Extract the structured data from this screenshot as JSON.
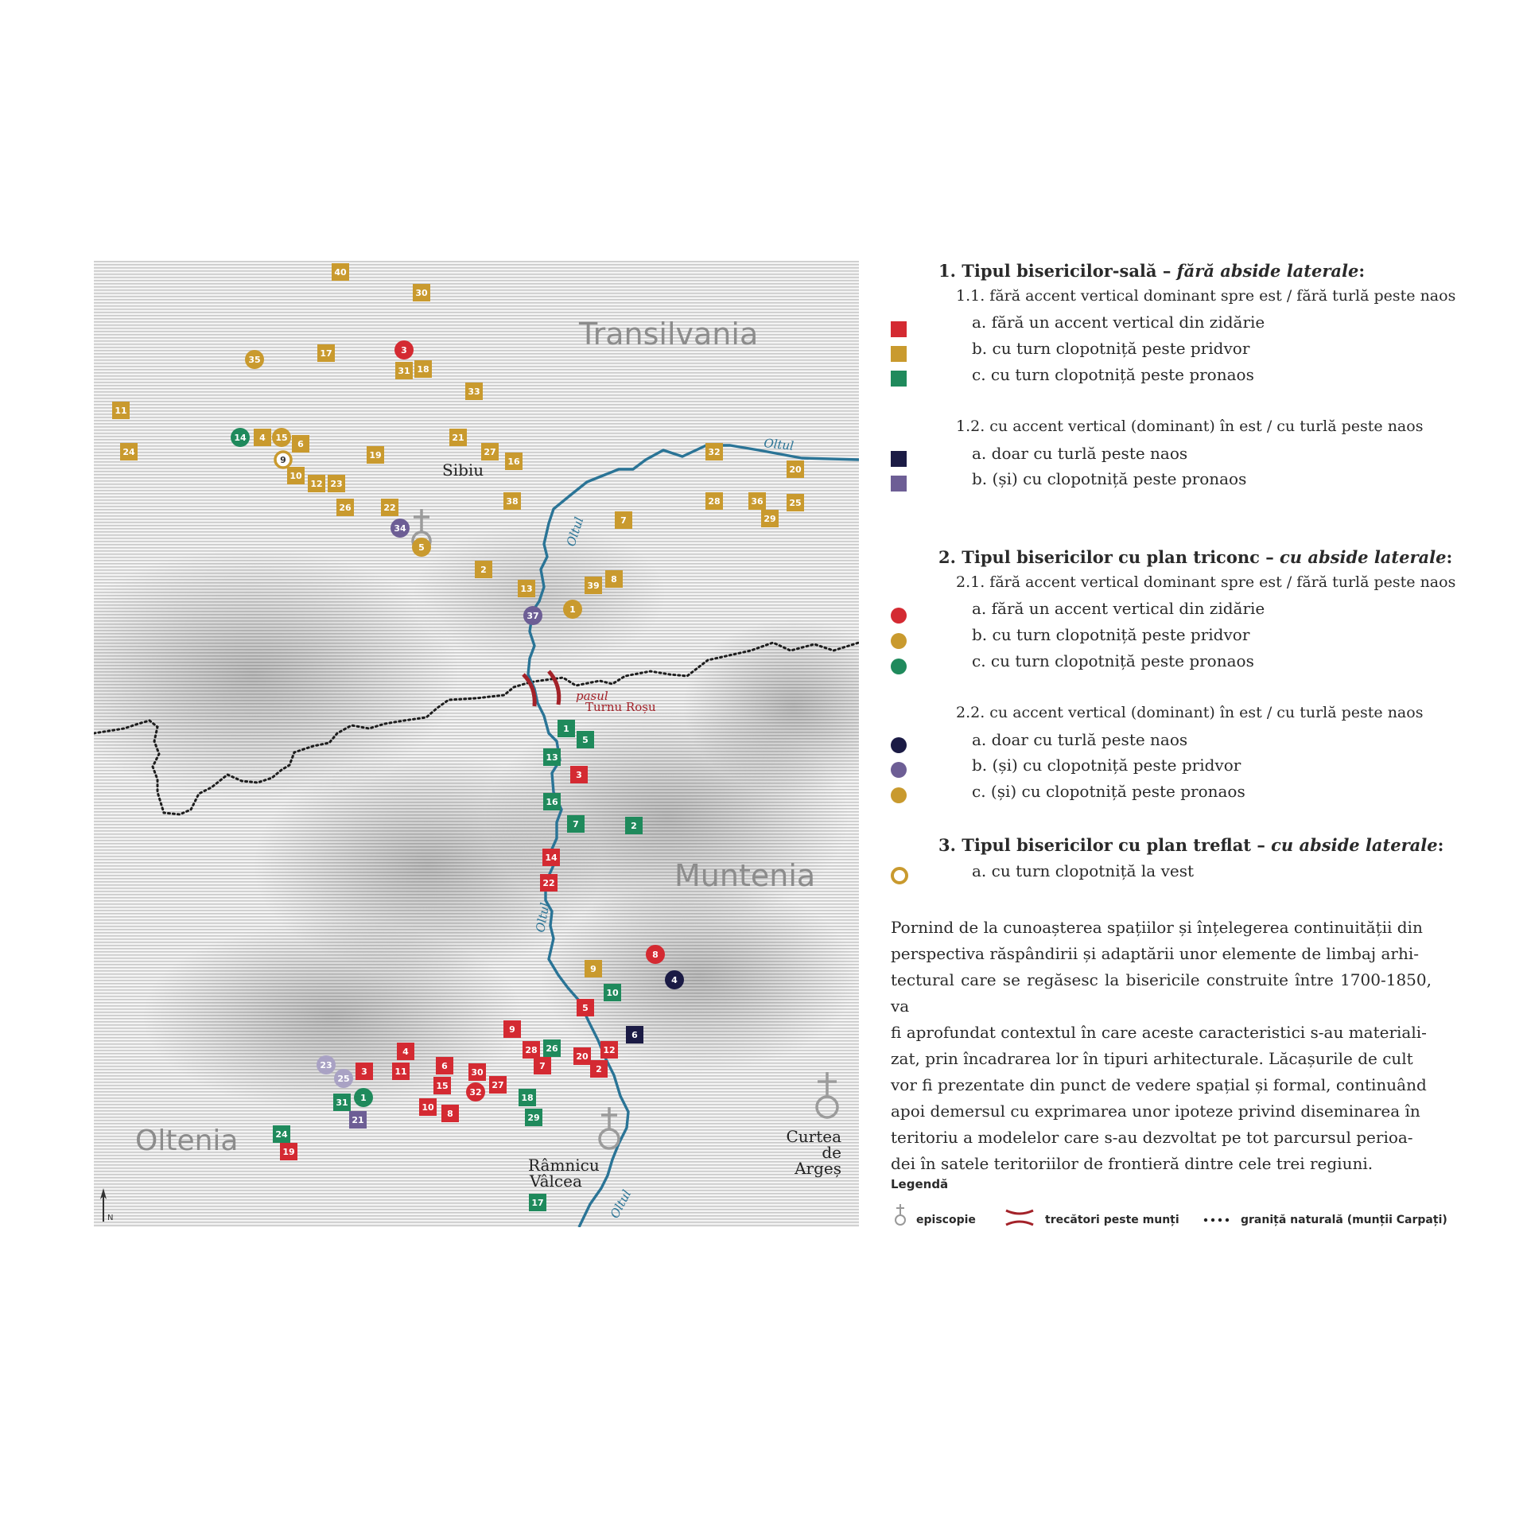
{
  "colors": {
    "red": "#d42a32",
    "ochre": "#c99a2e",
    "green": "#1f8a5c",
    "navy": "#1b1b45",
    "purple": "#6d5e95",
    "lavender": "#a9a2c4",
    "river": "#2a7496",
    "pass": "#a32229"
  },
  "map": {
    "regions": [
      "Transilvania",
      "Muntenia",
      "Oltenia"
    ],
    "cities": {
      "sibiu": "Sibiu",
      "ramnicu1": "Râmnicu",
      "ramnicu2": "Vâlcea",
      "curtea1": "Curtea",
      "curtea2": "de",
      "curtea3": "Argeș"
    },
    "river_labels": [
      "Oltul",
      "Oltul",
      "Oltul",
      "Oltul"
    ],
    "pass_label_1": "pasul",
    "pass_label_2": "Turnu Roșu",
    "north_label": "N",
    "markers": [
      {
        "n": "40",
        "shape": "square",
        "color": "ochre"
      },
      {
        "n": "30",
        "shape": "square",
        "color": "ochre"
      },
      {
        "n": "3",
        "shape": "circle",
        "color": "red"
      },
      {
        "n": "17",
        "shape": "square",
        "color": "ochre"
      },
      {
        "n": "35",
        "shape": "circle",
        "color": "ochre"
      },
      {
        "n": "31",
        "shape": "square",
        "color": "ochre"
      },
      {
        "n": "18",
        "shape": "square",
        "color": "ochre"
      },
      {
        "n": "33",
        "shape": "square",
        "color": "ochre"
      },
      {
        "n": "11",
        "shape": "square",
        "color": "ochre"
      },
      {
        "n": "14",
        "shape": "circle",
        "color": "green"
      },
      {
        "n": "4",
        "shape": "square",
        "color": "ochre"
      },
      {
        "n": "15",
        "shape": "circle",
        "color": "ochre"
      },
      {
        "n": "6",
        "shape": "square",
        "color": "ochre"
      },
      {
        "n": "9",
        "shape": "ring",
        "color": "ochre"
      },
      {
        "n": "24",
        "shape": "square",
        "color": "ochre"
      },
      {
        "n": "19",
        "shape": "square",
        "color": "ochre"
      },
      {
        "n": "21",
        "shape": "square",
        "color": "ochre"
      },
      {
        "n": "27",
        "shape": "square",
        "color": "ochre"
      },
      {
        "n": "16",
        "shape": "square",
        "color": "ochre"
      },
      {
        "n": "10",
        "shape": "square",
        "color": "ochre"
      },
      {
        "n": "12",
        "shape": "square",
        "color": "ochre"
      },
      {
        "n": "23",
        "shape": "square",
        "color": "ochre"
      },
      {
        "n": "26",
        "shape": "square",
        "color": "ochre"
      },
      {
        "n": "22",
        "shape": "square",
        "color": "ochre"
      },
      {
        "n": "38",
        "shape": "square",
        "color": "ochre"
      },
      {
        "n": "34",
        "shape": "circle",
        "color": "purple"
      },
      {
        "n": "5",
        "shape": "circle",
        "color": "ochre"
      },
      {
        "n": "32",
        "shape": "square",
        "color": "ochre"
      },
      {
        "n": "20",
        "shape": "square",
        "color": "ochre"
      },
      {
        "n": "28",
        "shape": "square",
        "color": "ochre"
      },
      {
        "n": "36",
        "shape": "square",
        "color": "ochre"
      },
      {
        "n": "25",
        "shape": "square",
        "color": "ochre"
      },
      {
        "n": "29",
        "shape": "square",
        "color": "ochre"
      },
      {
        "n": "7",
        "shape": "square",
        "color": "ochre"
      },
      {
        "n": "2",
        "shape": "square",
        "color": "ochre"
      },
      {
        "n": "13",
        "shape": "square",
        "color": "ochre"
      },
      {
        "n": "39",
        "shape": "square",
        "color": "ochre"
      },
      {
        "n": "8",
        "shape": "square",
        "color": "ochre"
      },
      {
        "n": "37",
        "shape": "circle",
        "color": "purple"
      },
      {
        "n": "1",
        "shape": "circle",
        "color": "ochre"
      },
      {
        "n": "1",
        "shape": "square",
        "color": "green"
      },
      {
        "n": "5",
        "shape": "square",
        "color": "green"
      },
      {
        "n": "13",
        "shape": "square",
        "color": "green"
      },
      {
        "n": "3",
        "shape": "square",
        "color": "red"
      },
      {
        "n": "16",
        "shape": "square",
        "color": "green"
      },
      {
        "n": "7",
        "shape": "square",
        "color": "green"
      },
      {
        "n": "2",
        "shape": "square",
        "color": "green"
      },
      {
        "n": "14",
        "shape": "square",
        "color": "red"
      },
      {
        "n": "22",
        "shape": "square",
        "color": "red"
      },
      {
        "n": "8",
        "shape": "circle",
        "color": "red"
      },
      {
        "n": "4",
        "shape": "circle",
        "color": "navy"
      },
      {
        "n": "9",
        "shape": "square",
        "color": "ochre"
      },
      {
        "n": "10",
        "shape": "square",
        "color": "green"
      },
      {
        "n": "5",
        "shape": "square",
        "color": "red"
      },
      {
        "n": "6",
        "shape": "square",
        "color": "navy"
      },
      {
        "n": "9",
        "shape": "square",
        "color": "red"
      },
      {
        "n": "28",
        "shape": "square",
        "color": "red"
      },
      {
        "n": "26",
        "shape": "square",
        "color": "green"
      },
      {
        "n": "12",
        "shape": "square",
        "color": "red"
      },
      {
        "n": "7",
        "shape": "square",
        "color": "red"
      },
      {
        "n": "20",
        "shape": "square",
        "color": "red"
      },
      {
        "n": "2",
        "shape": "square",
        "color": "red"
      },
      {
        "n": "4",
        "shape": "square",
        "color": "red"
      },
      {
        "n": "6",
        "shape": "square",
        "color": "red"
      },
      {
        "n": "23",
        "shape": "circle",
        "color": "lavender"
      },
      {
        "n": "25",
        "shape": "circle",
        "color": "lavender"
      },
      {
        "n": "3",
        "shape": "square",
        "color": "red"
      },
      {
        "n": "11",
        "shape": "square",
        "color": "red"
      },
      {
        "n": "30",
        "shape": "square",
        "color": "red"
      },
      {
        "n": "15",
        "shape": "square",
        "color": "red"
      },
      {
        "n": "27",
        "shape": "square",
        "color": "red"
      },
      {
        "n": "32",
        "shape": "circle",
        "color": "red"
      },
      {
        "n": "31",
        "shape": "square",
        "color": "green"
      },
      {
        "n": "1",
        "shape": "circle",
        "color": "green"
      },
      {
        "n": "10",
        "shape": "square",
        "color": "red"
      },
      {
        "n": "8",
        "shape": "square",
        "color": "red"
      },
      {
        "n": "18",
        "shape": "square",
        "color": "green"
      },
      {
        "n": "29",
        "shape": "square",
        "color": "green"
      },
      {
        "n": "21",
        "shape": "square",
        "color": "purple"
      },
      {
        "n": "24",
        "shape": "square",
        "color": "green"
      },
      {
        "n": "19",
        "shape": "square",
        "color": "red"
      },
      {
        "n": "17",
        "shape": "square",
        "color": "green"
      }
    ]
  },
  "legend": {
    "h1": "1. Tipul bisericilor-sală – ",
    "h1_italic": "fără abside laterale",
    "h1_colon": ":",
    "s11": "1.1. fără accent vertical dominant spre est / fără turlă peste naos",
    "i11a": "a. fără un accent vertical din zidărie",
    "i11b": "b. cu turn clopotniță peste pridvor",
    "i11c": "c. cu turn clopotniță peste pronaos",
    "s12": "1.2. cu accent vertical (dominant) în est / cu turlă peste naos",
    "i12a": "a. doar cu turlă peste naos",
    "i12b": "b. (și) cu clopotniță peste pronaos",
    "h2": "2. Tipul bisericilor cu plan triconc – ",
    "h2_italic": "cu abside laterale",
    "h2_colon": ":",
    "s21": "2.1. fără accent vertical dominant spre est / fără turlă peste naos",
    "i21a": "a. fără un accent vertical din zidărie",
    "i21b": "b. cu turn clopotniță peste pridvor",
    "i21c": "c. cu turn clopotniță peste pronaos",
    "s22": "2.2. cu accent vertical (dominant) în est / cu turlă peste naos",
    "i22a": "a. doar cu turlă peste naos",
    "i22b": "b. (și) cu clopotniță peste pridvor",
    "i22c": "c. (și) cu clopotniță peste pronaos",
    "h3": "3. Tipul bisericilor cu plan treflat – ",
    "h3_italic": "cu abside laterale",
    "h3_colon": ":",
    "i3a": "a. cu turn clopotniță la vest"
  },
  "paragraph": [
    "Pornind de la cunoașterea spațiilor și înțelegerea continuității din",
    "perspectiva răspândirii și adaptării unor elemente de limbaj arhi-",
    "tectural care se regăsesc la bisericile construite între 1700-1850, va",
    "fi aprofundat contextul în care aceste caracteristici s-au materiali-",
    "zat, prin încadrarea lor în tipuri arhitecturale. Lăcașurile de cult",
    "vor fi prezentate din punct de vedere spațial și formal, continuând",
    "apoi demersul cu exprimarea unor ipoteze privind diseminarea în",
    "teritoriu a modelelor care s-au dezvoltat pe tot parcursul perioa-",
    "dei în satele teritoriilor de frontieră dintre cele trei regiuni."
  ],
  "key": {
    "title": "Legendă",
    "episcopie": "episcopie",
    "trecatori": "trecători peste munți",
    "granita": "graniță naturală (munții Carpați)"
  }
}
